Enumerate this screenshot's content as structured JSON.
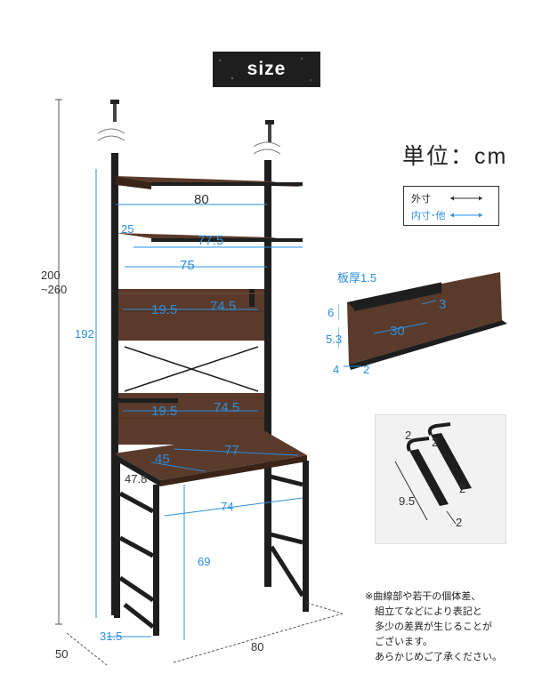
{
  "title": "size",
  "unit_label": "単位：cm",
  "legend": {
    "outer": "外寸",
    "inner": "内寸･他"
  },
  "desk_dims": {
    "d_200_260_a": "200",
    "d_200_260_b": "~260",
    "d_192": "192",
    "d_80_top": "80",
    "d_25": "25",
    "d_77_5": "77.5",
    "d_75": "75",
    "d_19_5_a": "19.5",
    "d_74_5_a": "74.5",
    "d_19_5_b": "19.5",
    "d_74_5_b": "74.5",
    "d_45": "45",
    "d_77": "77",
    "d_47_8": "47.8",
    "d_74": "74",
    "d_69": "69",
    "d_31_5": "31.5",
    "d_50": "50",
    "d_80_bottom": "80"
  },
  "shelf_detail": {
    "thickness_label": "板厚1.5",
    "d_6": "6",
    "d_3": "3",
    "d_5_3": "5.3",
    "d_30": "30",
    "d_4": "4",
    "d_2": "2"
  },
  "hook_detail": {
    "d_2_a": "2",
    "d_2_b": "2",
    "d_2_c": "2",
    "d_9_5": "9.5",
    "d_2_d": "2"
  },
  "note_lines": [
    "※曲線部や若干の個体差、",
    "　組立てなどにより表記と",
    "　多少の差異が生じることが",
    "　ございます。",
    "　あらかじめご了承ください。"
  ],
  "colors": {
    "wood": "#5a3a2a",
    "frame": "#1e1e1e",
    "accent_blue": "#2a8fe0",
    "dim_gray": "#555555"
  }
}
